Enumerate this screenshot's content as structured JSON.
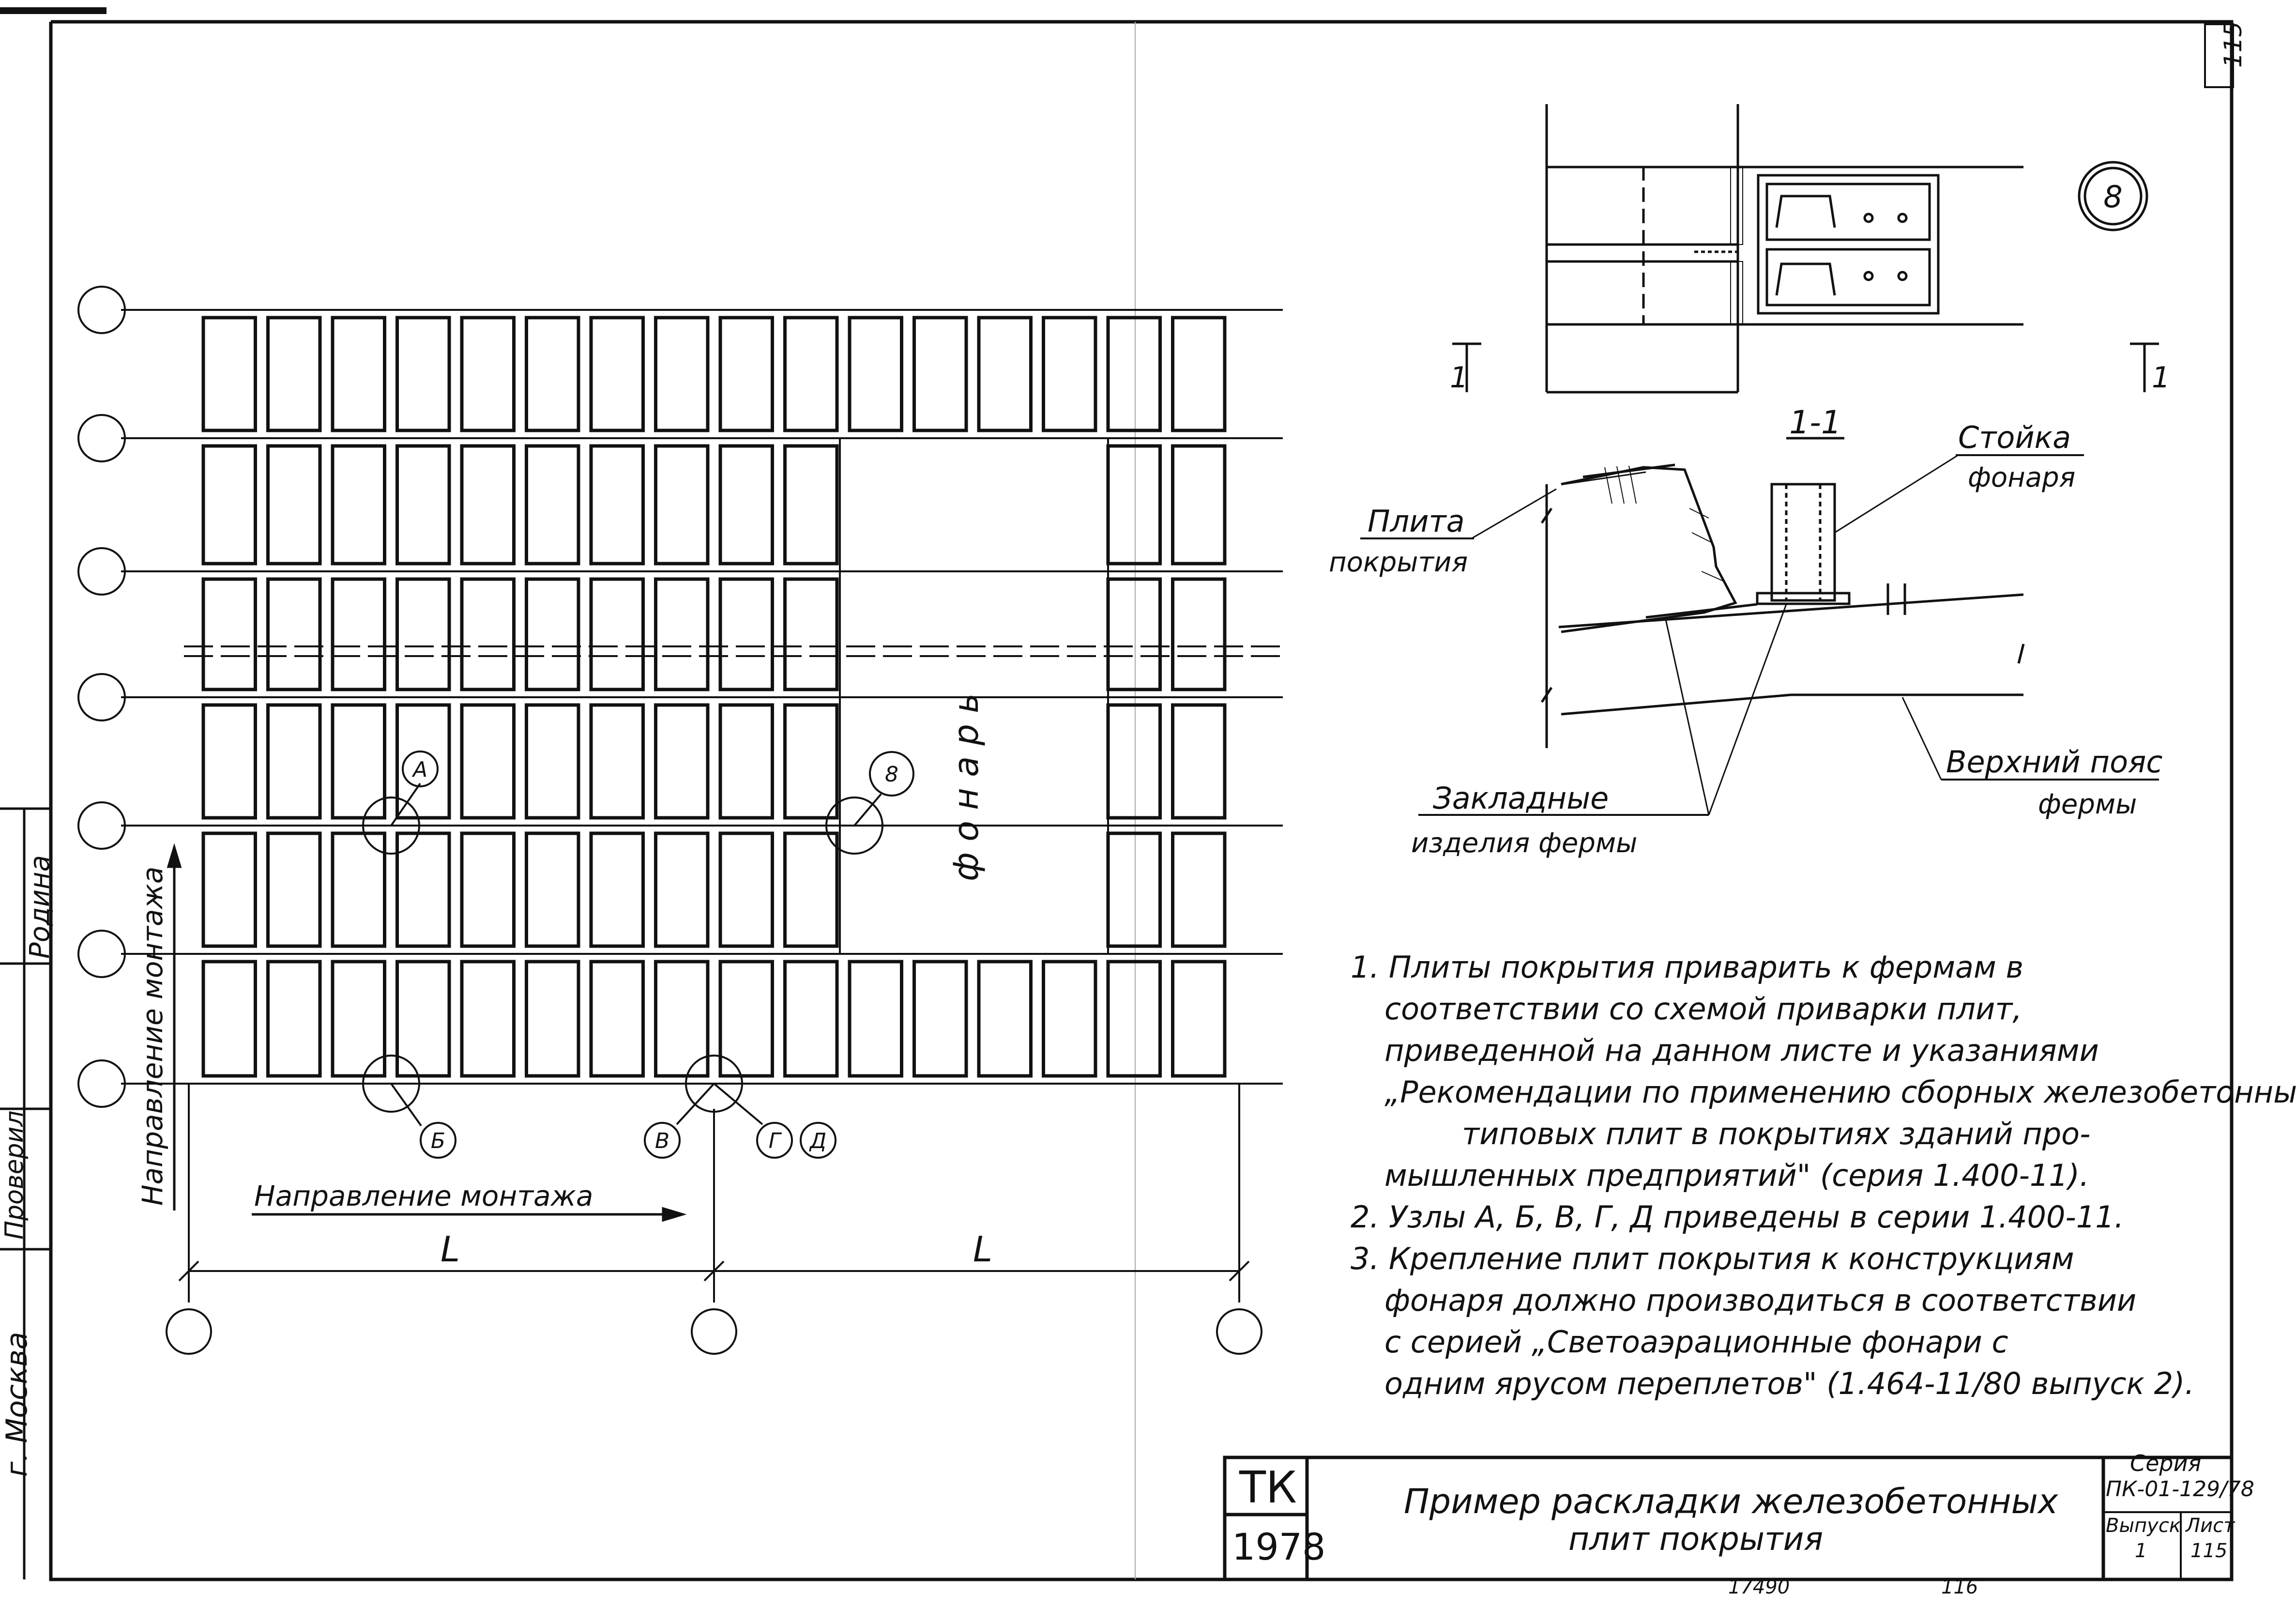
{
  "corner": {
    "sheet_number": "115"
  },
  "plan": {
    "lantern_label": "ф о н а р ь",
    "node_labels": [
      "А",
      "Б",
      "В",
      "Г",
      "Д",
      "8"
    ],
    "direction_horizontal": "Направление монтажа",
    "direction_vertical": "Направление монтажа",
    "span_label": "L"
  },
  "detail": {
    "node_number": "8",
    "section_marker": "1",
    "section_title": "1-1",
    "label_slab_1": "Плита",
    "label_slab_2": "покрытия",
    "label_post_1": "Стойка",
    "label_post_2": "фонаря",
    "label_chord_1": "Верхний пояс",
    "label_chord_2": "фермы",
    "label_embedded_1": "Закладные",
    "label_embedded_2": "изделия фермы"
  },
  "notes": {
    "n1_1": "1. Плиты покрытия приварить к фермам в",
    "n1_2": "соответствии со схемой приварки плит,",
    "n1_3": "приведенной на данном листе и указаниями",
    "n1_4": "„Рекомендации по применению сборных железобетонных",
    "n1_5": "типовых плит в покрытиях зданий про-",
    "n1_6": "мышленных предприятий\" (серия 1.400-11).",
    "n2_1": "2. Узлы А, Б, В, Г, Д приведены в серии 1.400-11.",
    "n3_1": "3. Крепление плит покрытия к конструкциям",
    "n3_2": "фонаря должно производиться в соответствии",
    "n3_3": "с серией „Светоаэрационные фонари с",
    "n3_4": "одним ярусом переплетов\" (1.464-11/80 выпуск 2)."
  },
  "title_block": {
    "org": "ТК",
    "year": "1978",
    "title_line1": "Пример раскладки железобетонных",
    "title_line2": "плит покрытия",
    "series_label": "Серия",
    "series_value": "ПК-01-129/78",
    "issue_label": "Выпуск",
    "issue_value": "1",
    "sheet_label": "Лист",
    "sheet_value": "115"
  },
  "left_stamp": {
    "city": "г. Москва",
    "checked_label": "Проверил",
    "name": "Родина"
  },
  "bottom": {
    "code": "17490",
    "page": "116"
  }
}
